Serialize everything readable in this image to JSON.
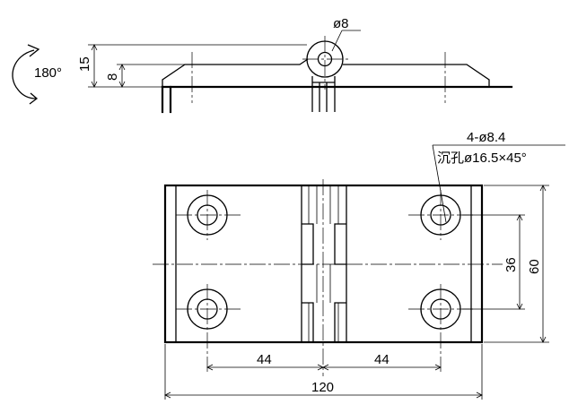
{
  "rotation": {
    "label": "180°"
  },
  "side_view": {
    "pin_diameter": "ø8",
    "height_total": "15",
    "height_leaf": "8"
  },
  "top_view": {
    "hole_note_line1": "4-ø8.4",
    "hole_note_line2": "沉孔ø16.5×45°",
    "dim_hole_spacing_left": "44",
    "dim_hole_spacing_right": "44",
    "dim_total_width": "120",
    "dim_hole_vertical": "36",
    "dim_total_height": "60"
  }
}
